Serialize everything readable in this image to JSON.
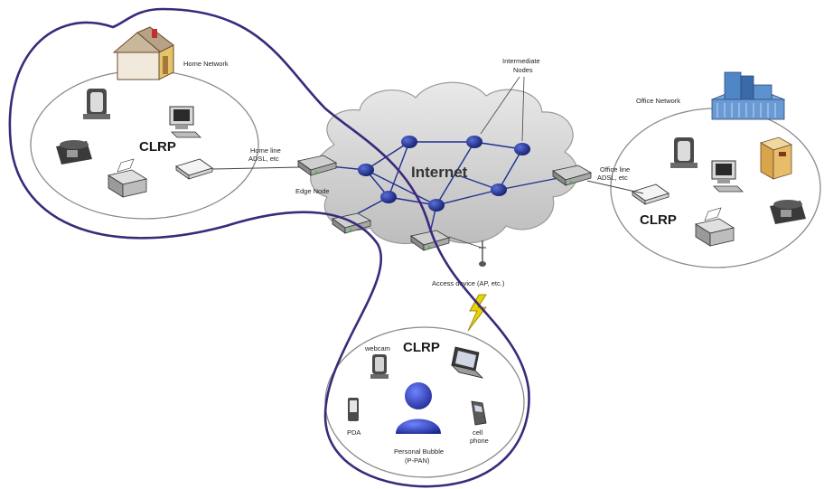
{
  "cloud_label": "Internet",
  "intermediate_nodes_label": [
    "Intermediate",
    "Nodes"
  ],
  "home": {
    "title": "Home Network",
    "protocol": "CLRP",
    "line_label": [
      "Home line",
      "ADSL, etc"
    ],
    "edge_node_label": "Edge Node"
  },
  "office": {
    "title": "Office Network",
    "protocol": "CLRP",
    "line_label": [
      "Office line",
      "ADSL, etc"
    ]
  },
  "access": {
    "label": "Access device (AP, etc.)"
  },
  "personal": {
    "protocol": "CLRP",
    "webcam_label": "webcam",
    "pda_label": "PDA",
    "cell_phone_label": [
      "cell",
      "phone"
    ],
    "bubble_label": [
      "Personal Bubble",
      "(P-PAN)"
    ]
  },
  "colors": {
    "boundary": "#3a2a7a",
    "node": "#1f2f8f",
    "cloud_fill": "#d8d8d8",
    "user_figure": "#2a3aa8",
    "lightning": "#e8d400"
  }
}
